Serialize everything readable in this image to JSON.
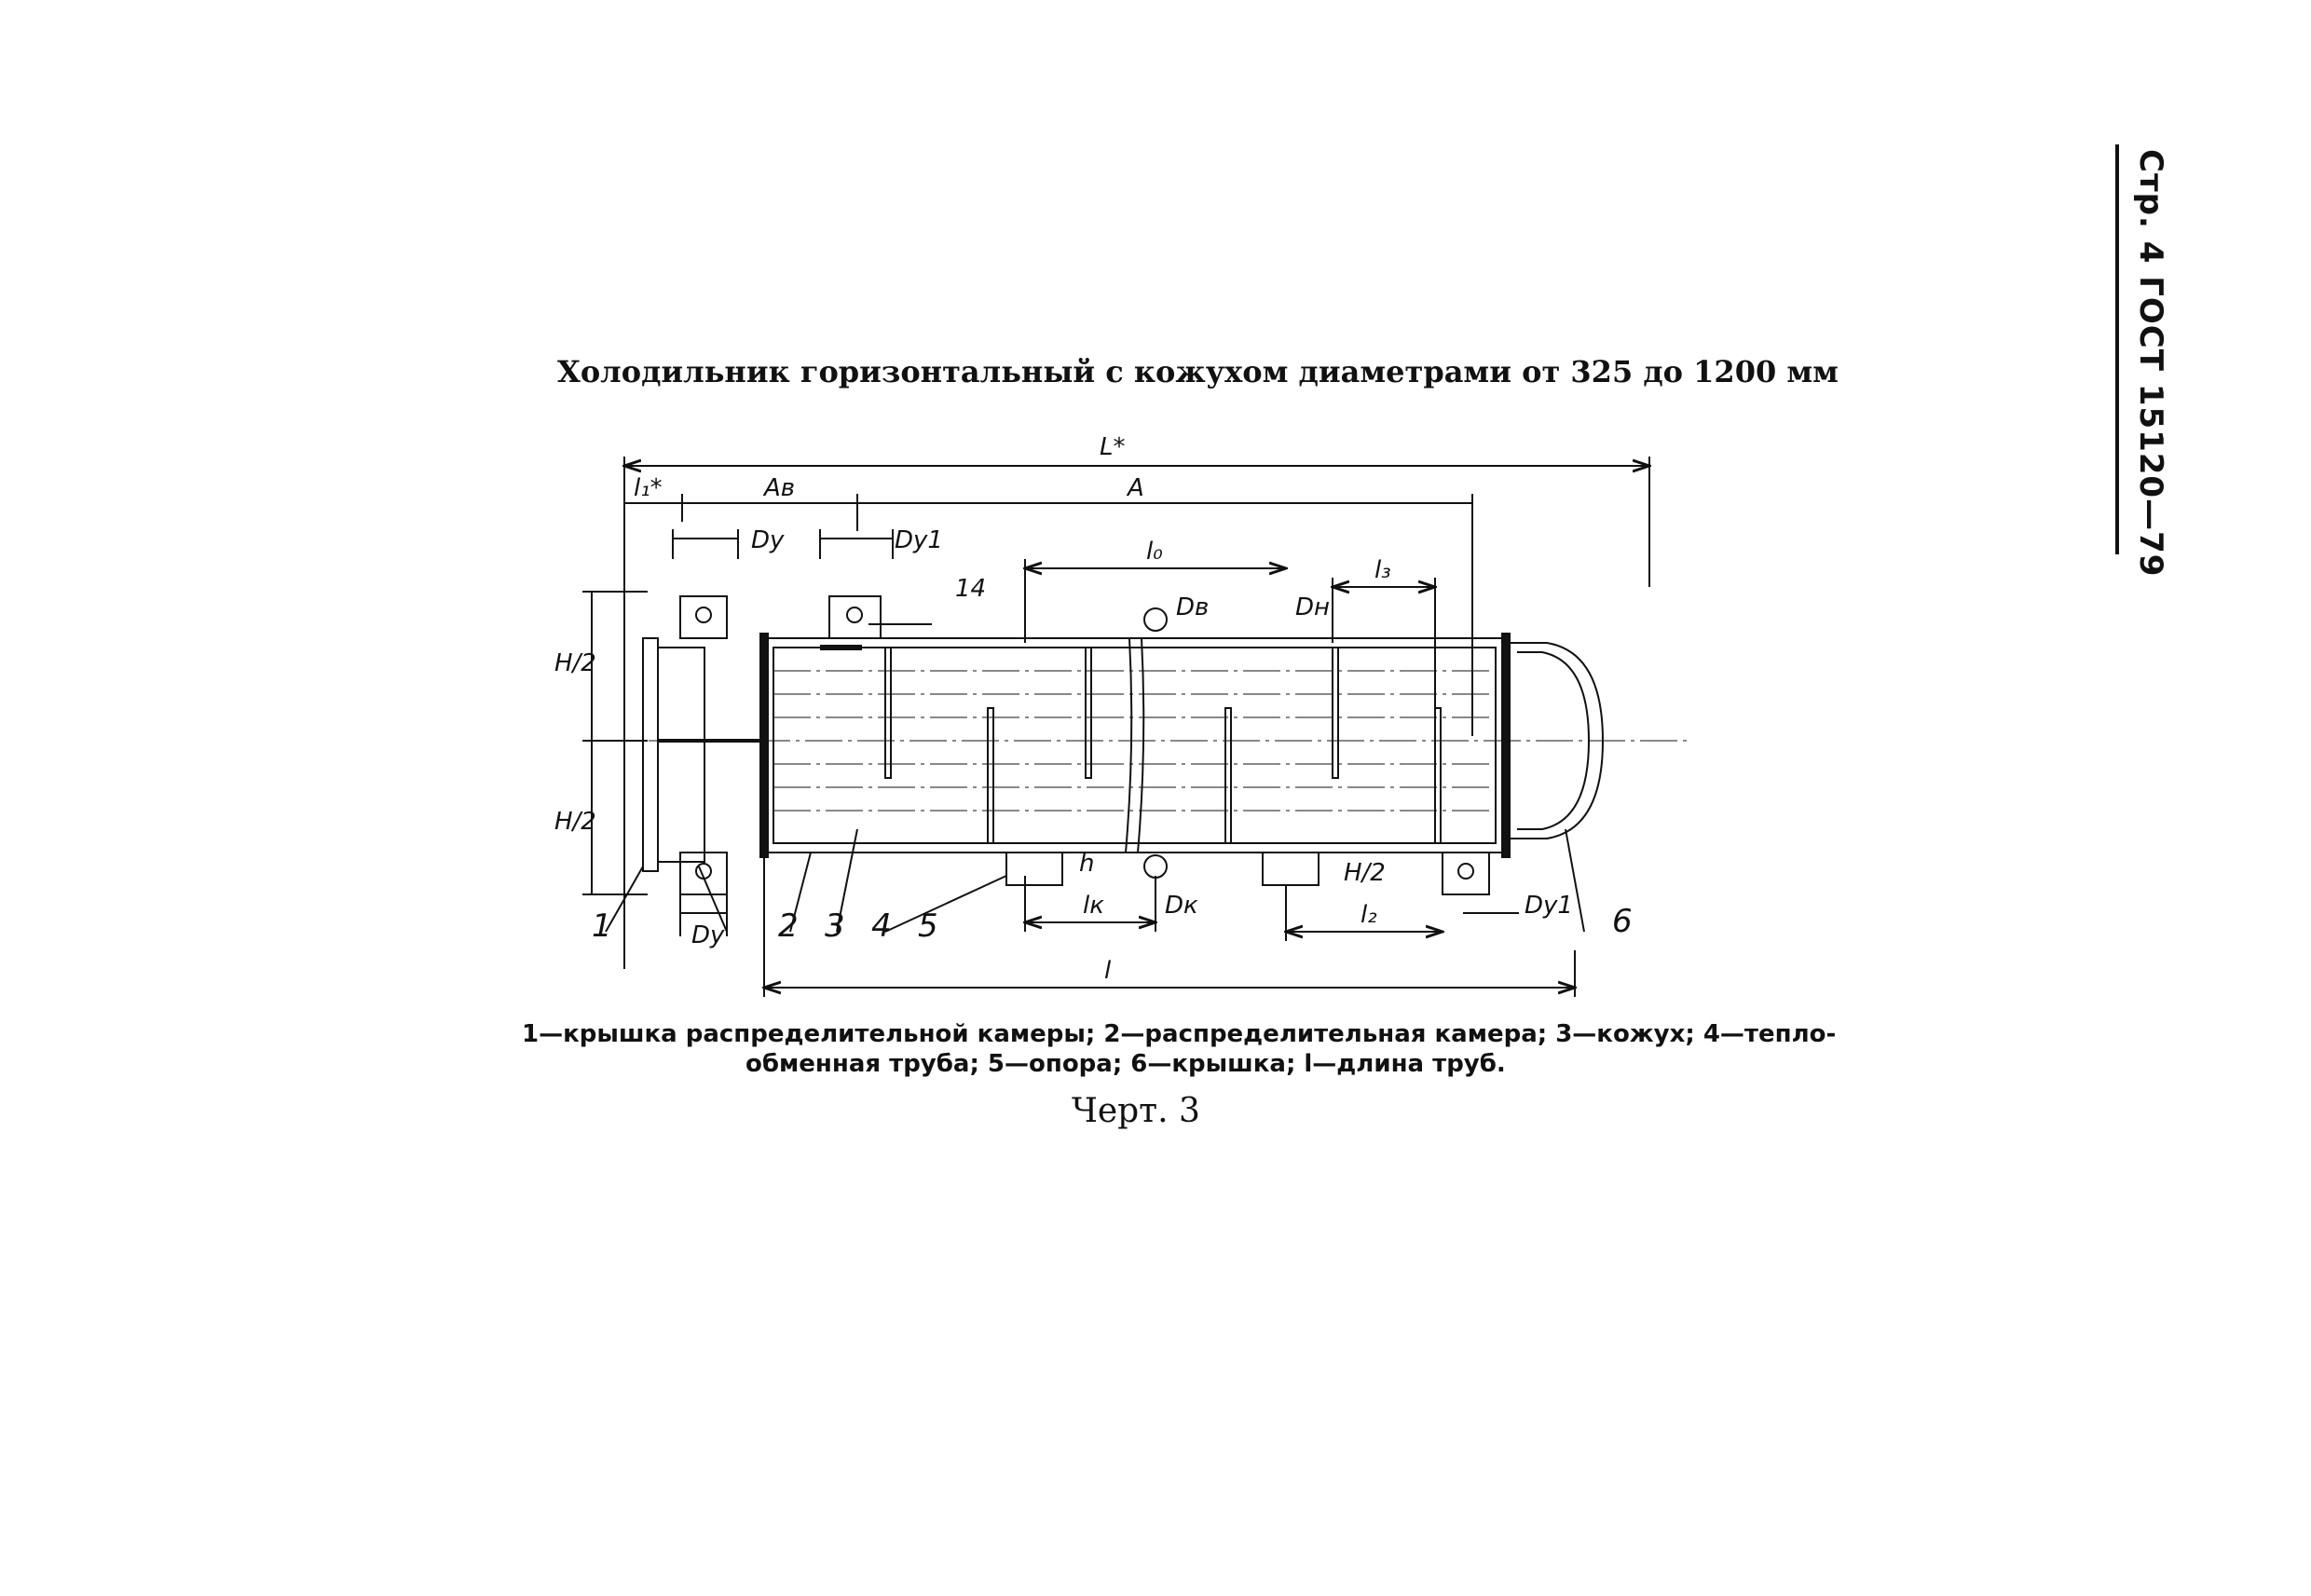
{
  "header": {
    "page_ref": "Стр. 4 ГОСТ 15120—79"
  },
  "title": "Холодильник горизонтальный с кожухом диаметрами от 325 до 1200 мм",
  "drawing": {
    "dimensions": {
      "L_total": "L*",
      "l1": "l₁*",
      "A_b": "Aв",
      "A": "A",
      "Dy": "Dу",
      "Dy1": "Dу1",
      "l0": "l₀",
      "l3": "l₃",
      "Db": "Dв",
      "Dn": "Dн",
      "H2": "H/2",
      "h": "h",
      "Dk": "Dк",
      "lk": "lк",
      "l": "l",
      "l2": "l₂",
      "part14": "14"
    },
    "part_numbers": [
      "1",
      "2",
      "3",
      "4",
      "5",
      "6"
    ]
  },
  "caption": {
    "line1": "1—крышка распределительной камеры; 2—распределительная камера; 3—кожух; 4—тепло-",
    "line2": "обменная труба; 5—опора; 6—крышка; l—длина труб."
  },
  "figure_label": "Черт. 3"
}
